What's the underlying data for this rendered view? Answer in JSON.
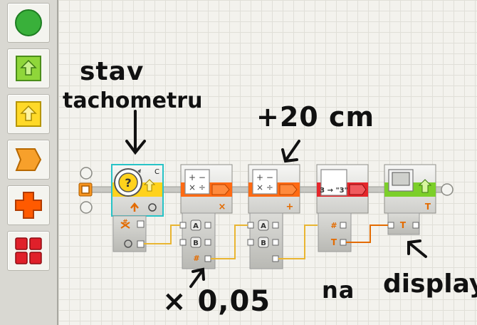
{
  "palette": {
    "items": [
      {
        "name": "common-blocks",
        "icon": "green-circle-icon",
        "color": "#39b03a"
      },
      {
        "name": "action-blocks",
        "icon": "green-square-arrow-icon",
        "color": "#7ccf2a"
      },
      {
        "name": "sensor-blocks",
        "icon": "yellow-square-arrow-icon",
        "color": "#ffd21c"
      },
      {
        "name": "flow-blocks",
        "icon": "orange-chevron-icon",
        "color": "#f7941d"
      },
      {
        "name": "data-blocks",
        "icon": "orange-plus-icon",
        "color": "#ff5a00"
      },
      {
        "name": "advanced-blocks",
        "icon": "red-grid-icon",
        "color": "#e0202a"
      }
    ]
  },
  "blocks": {
    "rotation_sensor": {
      "port": "C",
      "icon": "rotation-sensor-question-icon",
      "color": "#ffd21c"
    },
    "math_multiply": {
      "operator": "×",
      "plugs": [
        "A",
        "B",
        "#"
      ],
      "color": "#ff6a13"
    },
    "math_add": {
      "operator": "+",
      "plugs": [
        "A",
        "B"
      ],
      "color": "#ff6a13"
    },
    "number_to_text": {
      "label": "3 → \"3\"",
      "plugs": [
        "#",
        "T"
      ],
      "color": "#e5262b"
    },
    "display": {
      "plug": "T",
      "icon": "display-screen-icon",
      "color": "#7ccf2a"
    }
  },
  "annotations": {
    "stav": "stav",
    "tachometru": "tachometru",
    "plus20": "+20 cm",
    "times005": "× 0,05",
    "na": "na",
    "display": "display"
  },
  "colors": {
    "wire_orange": "#f3a53b",
    "wire_yellow": "#e9b531",
    "selection": "#27c3c7"
  }
}
